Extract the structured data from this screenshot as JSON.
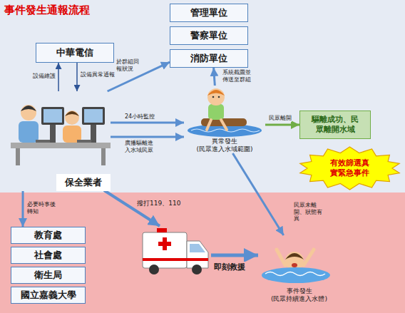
{
  "diagram": {
    "title": "事件發生通報流程",
    "nodes": [
      {
        "text": [
          "中華電信"
        ]
      },
      {
        "text": [
          "管理單位"
        ]
      },
      {
        "text": [
          "警察單位"
        ]
      },
      {
        "text": [
          "消防單位"
        ]
      },
      {
        "text": [
          "保全業者"
        ]
      },
      {
        "text": [
          "異常發生 (民眾進入水域範圍)"
        ]
      },
      {
        "text": [
          "驅離成功、民眾離開水域"
        ]
      },
      {
        "text": [
          "有效篩選真實緊急事件"
        ]
      },
      {
        "text": [
          "教育處"
        ]
      },
      {
        "text": [
          "社會處"
        ]
      },
      {
        "text": [
          "衛生局"
        ]
      },
      {
        "text": [
          "國立嘉義大學"
        ]
      },
      {
        "text": [
          "事件發生 (民眾持續進入水體)"
        ]
      }
    ],
    "edges": [
      {
        "from": 4,
        "to": 0,
        "label": "設備維護",
        "arrow": "to"
      },
      {
        "from": 0,
        "to": 4,
        "label": "設備異常通報",
        "arrow": "to"
      },
      {
        "from": 4,
        "to": 3,
        "label": "於群組回報狀況",
        "arrow": "to"
      },
      {
        "from": 4,
        "to": 5,
        "label": "24小時監控",
        "arrow": "to"
      },
      {
        "from": 4,
        "to": 5,
        "label": "廣播驅離進入水域民眾",
        "arrow": "to"
      },
      {
        "from": 5,
        "to": 3,
        "label": "系統截圖並傳送至群組",
        "arrow": "to"
      },
      {
        "from": 5,
        "to": 6,
        "label": "民眾離開",
        "arrow": "to"
      },
      {
        "from": 5,
        "to": 12,
        "label": "民眾未離開、狀態有異",
        "arrow": "to"
      },
      {
        "from": 4,
        "to": 8,
        "label": "必要時事後轉知",
        "arrow": "to"
      }
    ],
    "labels": [
      "撥打119、110",
      "即刻救援"
    ]
  }
}
